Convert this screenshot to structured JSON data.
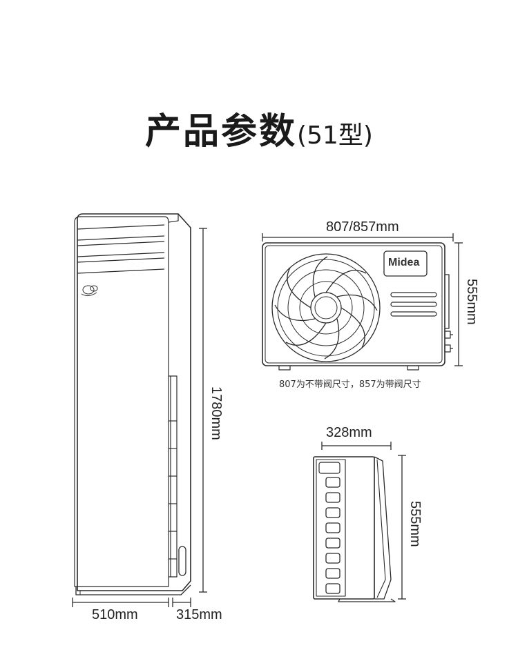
{
  "title": {
    "main": "产品参数",
    "sub": "(51型)"
  },
  "indoor_unit": {
    "height_label": "1780mm",
    "width_label": "510mm",
    "depth_label": "315mm"
  },
  "outdoor_front": {
    "width_label": "807/857mm",
    "height_label": "555mm",
    "brand": "Midea",
    "note": "807为不带阀尺寸，857为带阀尺寸"
  },
  "outdoor_side": {
    "depth_label": "328mm",
    "height_label": "555mm"
  }
}
